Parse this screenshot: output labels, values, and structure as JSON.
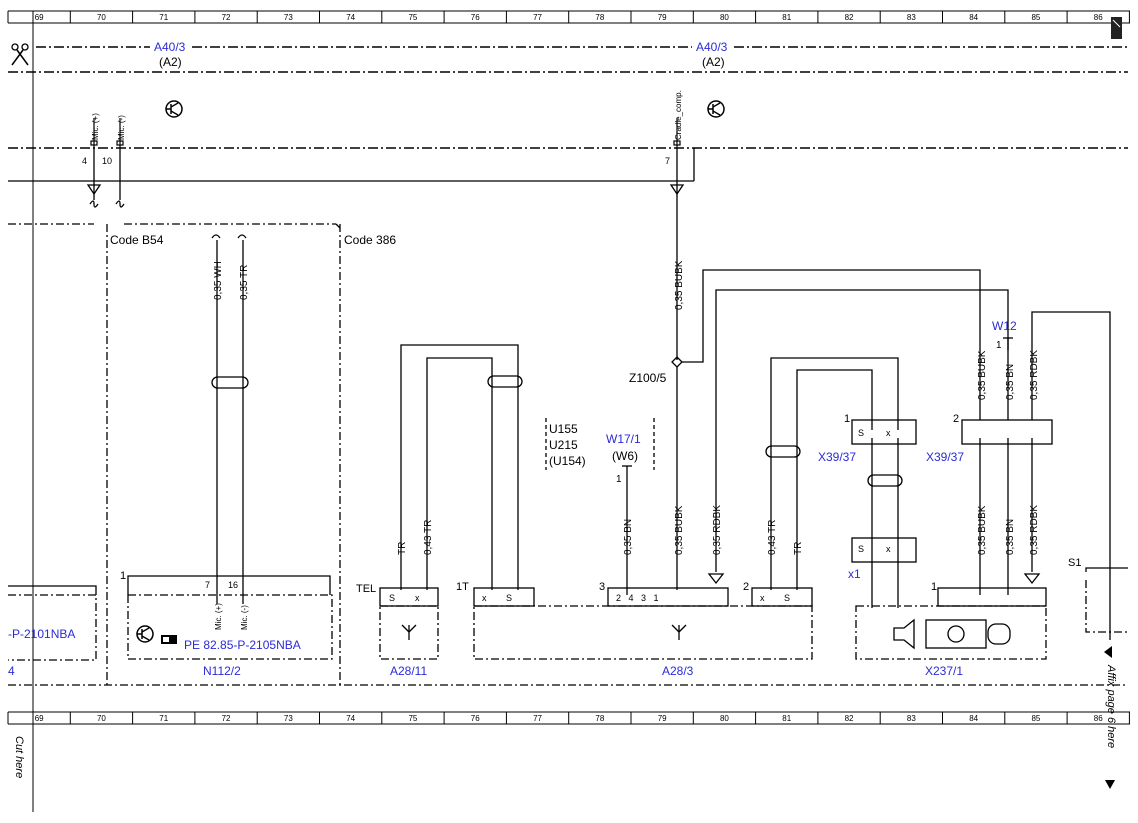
{
  "ruler": {
    "numbers": [
      "69",
      "70",
      "71",
      "72",
      "73",
      "74",
      "75",
      "76",
      "77",
      "78",
      "79",
      "80",
      "81",
      "82",
      "83",
      "84",
      "85",
      "86"
    ]
  },
  "labels": {
    "top_left_component": "A40/3",
    "top_left_sub": "(A2)",
    "top_right_component": "A40/3",
    "top_right_sub": "(A2)",
    "pin_mic_plus": "Mic. (+)",
    "pin_mic_minus": "Mic. (-)",
    "pin_cradle": "Cradle_comp.",
    "pin_4": "4",
    "pin_10": "10",
    "pin_7": "7",
    "code_b54": "Code B54",
    "code_386": "Code 386",
    "wire_035wh": "0,35 WH",
    "wire_035tr": "0,35 TR",
    "wire_035bubk_top": "0,35 BUBK",
    "z100": "Z100/5",
    "w12": "W12",
    "w12_pin": "1",
    "wire_035bubk_r": "0,35 BUBK",
    "wire_035bn_r": "0,35 BN",
    "wire_035rdbk_r": "0,35 RDBK",
    "u155": "U155",
    "u215": "U215",
    "u154": "(U154)",
    "w17": "W17/1",
    "w6": "(W6)",
    "w17_pin": "1",
    "x3937a": "X39/37",
    "x3937b": "X39/37",
    "x3937a_pin": "1",
    "x3937b_pin": "2",
    "x1": "x1",
    "s1": "S1",
    "wire_tr_a": "TR",
    "wire_043tr": "0,43 TR",
    "wire_035bn_b": "0,35 BN",
    "wire_035bubk_b": "0,35 BUBK",
    "wire_035rdbk_b": "0,35 RDBK",
    "wire_043tr_b": "0,43 TR",
    "wire_tr_b": "TR",
    "wire_035bubk_b2": "0,35 BUBK",
    "wire_035bn_b2": "0,35 BN",
    "wire_035rdbk_b2": "0,35 RDBK",
    "n112_conn_pin": "1",
    "n112_p7": "7",
    "n112_p16": "16",
    "n112_mic_plus": "Mic. (+)",
    "n112_mic_minus": "Mic. (-)",
    "tel": "TEL",
    "one_t": "1T",
    "a283_p3": "3",
    "a283_p2": "2",
    "x2371_p1": "1",
    "a283_pins": "2   4   3   1",
    "pe_left": "-P-2101NBA",
    "pe_main": "PE 82.85-P-2105NBA",
    "n112": "N112/2",
    "a2811": "A28/11",
    "a283": "A28/3",
    "x2371": "X237/1",
    "left_four": "4",
    "affix": "Affix page 6 here",
    "cut_here": "Cut here",
    "pin_S": "S",
    "pin_x": "x"
  }
}
